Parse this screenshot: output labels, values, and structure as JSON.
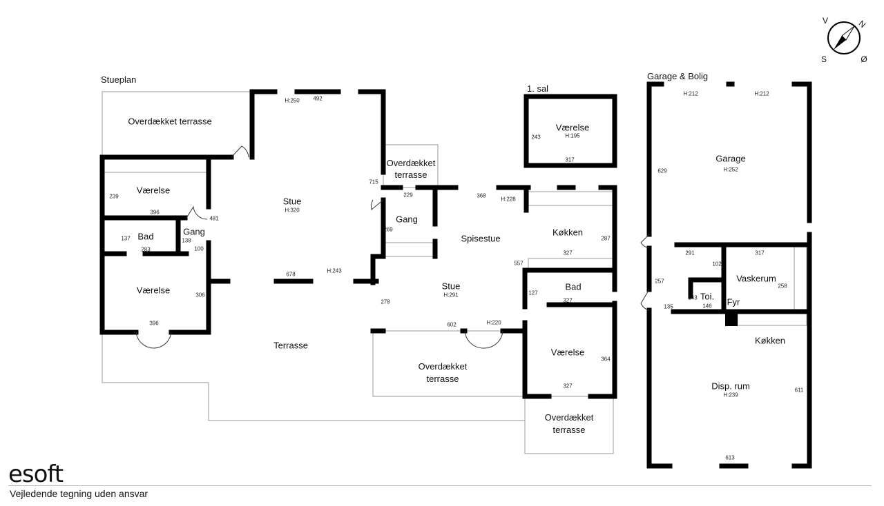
{
  "titles": {
    "stueplan": "Stueplan",
    "sal": "1. sal",
    "garage": "Garage & Bolig"
  },
  "compass": {
    "n": "N",
    "e": "Ø",
    "s": "S",
    "w": "V"
  },
  "stueplan": {
    "overdaekket_top": "Overdækket terrasse",
    "vaerelse1": {
      "name": "Værelse",
      "d1": "239",
      "d2": "396"
    },
    "bad": {
      "name": "Bad",
      "d1": "137",
      "d2": "283"
    },
    "gang": {
      "name": "Gang",
      "d1": "138",
      "d2": "100",
      "d3": "481"
    },
    "stue": {
      "name": "Stue",
      "h": "H:320",
      "h2": "H:250",
      "d1": "492",
      "d2": "715",
      "d3": "678",
      "h3": "H:243"
    },
    "vaerelse2": {
      "name": "Værelse",
      "d1": "306",
      "d2": "396"
    },
    "terrasse": "Terrasse",
    "overdaekket_mid": [
      "Overdækket",
      "terrasse"
    ],
    "gang2": {
      "name": "Gang",
      "d1": "269",
      "d2": "229"
    },
    "spisestue": {
      "name": "Spisestue",
      "d1": "368",
      "h": "H:228"
    },
    "kokken": {
      "name": "Køkken",
      "d1": "287",
      "d2": "327",
      "d3": "557"
    },
    "stue2": {
      "name": "Stue",
      "h": "H:291",
      "d1": "278",
      "d2": "602",
      "h2": "H:220"
    },
    "bad2": {
      "name": "Bad",
      "d1": "127",
      "d2": "327"
    },
    "vaerelse3": {
      "name": "Værelse",
      "d1": "364",
      "d2": "327"
    },
    "overdaekket_low": [
      "Overdækket",
      "terrasse"
    ],
    "overdaekket_right": [
      "Overdækket",
      "terrasse"
    ]
  },
  "sal": {
    "vaerelse": {
      "name": "Værelse",
      "h": "H:195",
      "d1": "243",
      "d2": "317"
    }
  },
  "garage": {
    "h1": "H:212",
    "h2": "H:212",
    "garage": {
      "name": "Garage",
      "h": "H:252",
      "d1": "629"
    },
    "d291": "291",
    "d102": "102",
    "d317": "317",
    "d257": "257",
    "d135": "135",
    "vaskerum": {
      "name": "Vaskerum",
      "d1": "258"
    },
    "toi": {
      "name": "Toi.",
      "d1": "143",
      "d2": "146"
    },
    "fyr": "Fyr",
    "kokken": "Køkken",
    "disp": {
      "name": "Disp. rum",
      "h": "H:239",
      "d1": "611",
      "d2": "613"
    }
  },
  "footer": {
    "logo": "esoft",
    "disclaimer": "Vejledende tegning uden ansvar"
  }
}
